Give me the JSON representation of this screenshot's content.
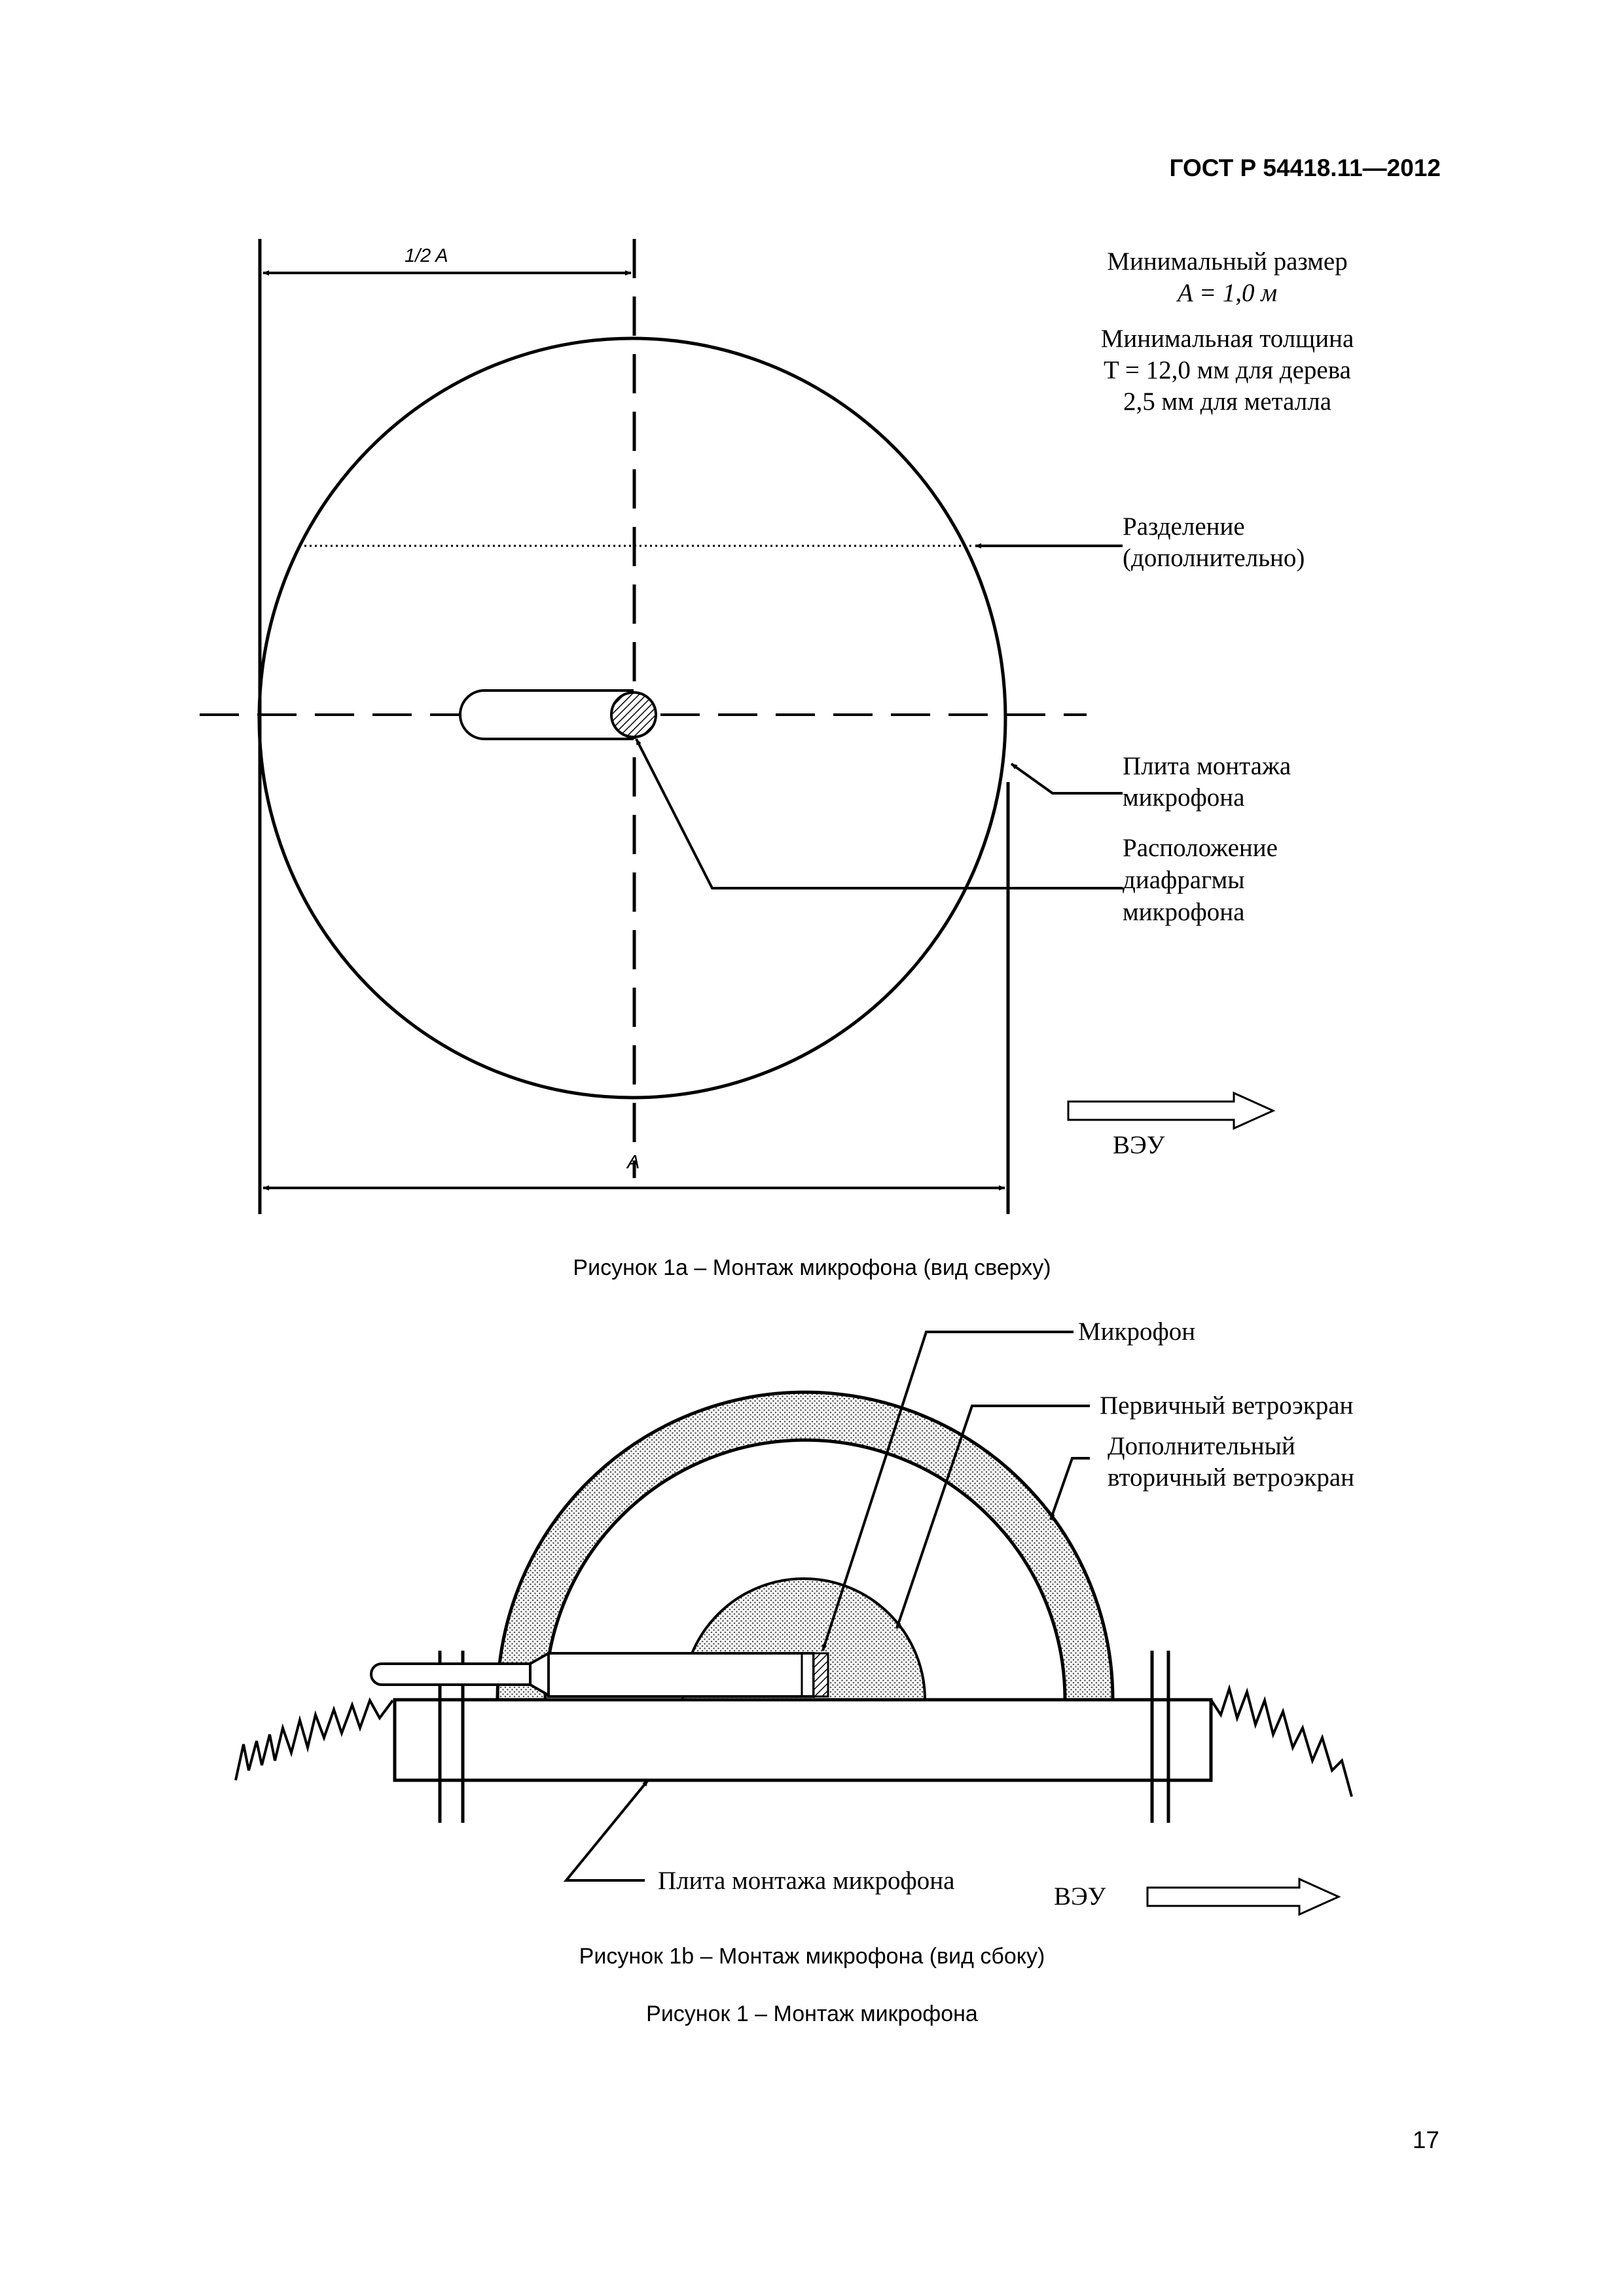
{
  "header": {
    "doc_id": "ГОСТ Р 54418.11—2012"
  },
  "figure_1a": {
    "dim_half": "1/2 A",
    "dim_full": "A",
    "min_size_line1": "Минимальный размер",
    "min_size_line2": "A = 1,0 м",
    "thickness_line1": "Минимальная толщина",
    "thickness_line2": "T = 12,0 мм для дерева",
    "thickness_line3": "2,5 мм для металла",
    "divider_line1": "Разделение",
    "divider_line2": "(дополнительно)",
    "plate_line1": "Плита монтажа",
    "plate_line2": "микрофона",
    "diaphragm_line1": "Расположение",
    "diaphragm_line2": "диафрагмы",
    "diaphragm_line3": "микрофона",
    "wind_label": "ВЭУ",
    "caption": "Рисунок 1а  – Монтаж микрофона (вид сверху)"
  },
  "figure_1b": {
    "microphone": "Микрофон",
    "primary_screen": "Первичный ветроэкран",
    "secondary_line1": "Дополнительный",
    "secondary_line2": "вторичный ветроэкран",
    "plate_label": "Плита монтажа микрофона",
    "wind_label": "ВЭУ",
    "caption": "Рисунок 1b – Монтаж микрофона (вид сбоку)"
  },
  "figure_caption": "Рисунок 1 – Монтаж микрофона",
  "page_number": "17"
}
